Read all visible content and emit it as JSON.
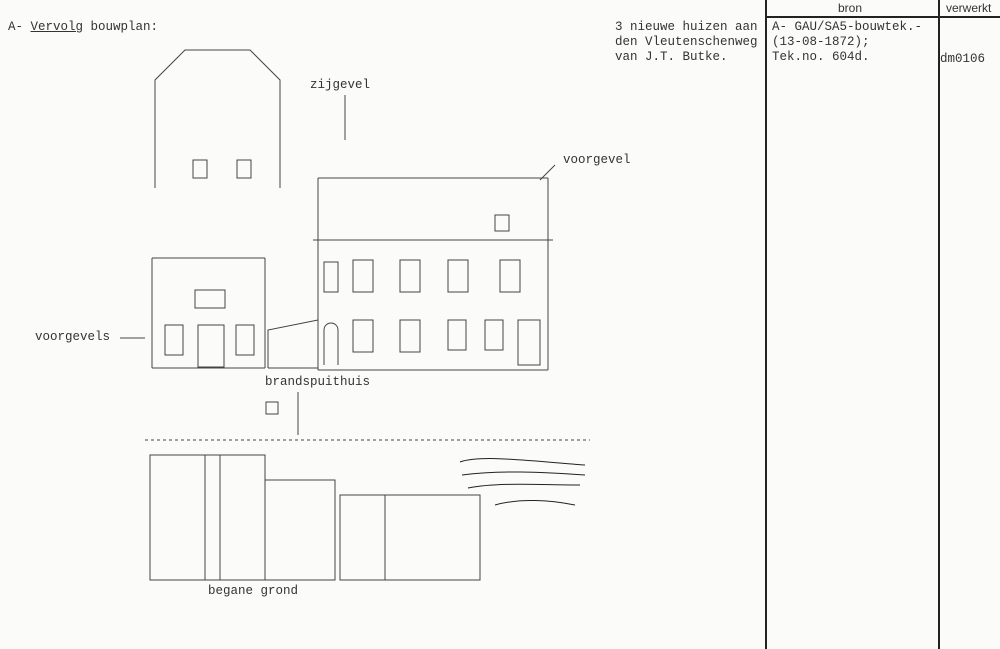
{
  "heading": {
    "prefix": "A- ",
    "underlined": "Vervolg",
    "rest": " bouwplan:"
  },
  "description": [
    "3 nieuwe huizen aan",
    "den Vleutenschenweg",
    "van J.T. Butke."
  ],
  "table": {
    "columns": [
      "bron",
      "verwerkt"
    ],
    "bron": [
      "A- GAU/SA5-bouwtek.-",
      "(13-08-1872);",
      "Tek.no. 604d."
    ],
    "verwerkt": "dm0106"
  },
  "drawing_labels": {
    "zijgevel": "zijgevel",
    "voorgevel": "voorgevel",
    "voorgevels": "voorgevels",
    "brandspuithuis": "brandspuithuis",
    "begane_grond": "begane grond"
  }
}
